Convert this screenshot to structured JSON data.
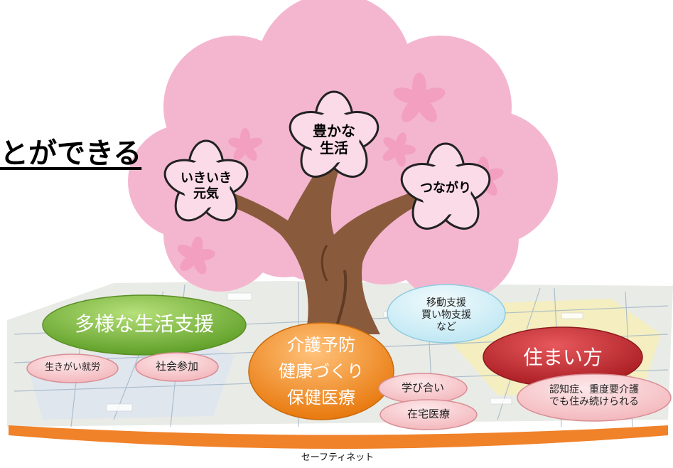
{
  "heading": "とができる",
  "blossoms": {
    "left": "いきいき\n元気",
    "center": "豊かな\n生活",
    "right": "つながり"
  },
  "pills": {
    "diverse_support": "多様な生活支援",
    "ikigai": "生きがい就労",
    "social": "社会参加",
    "mobility": "移動支援\n買い物支援\nなど",
    "center": "介護予防\n健康づくり\n保健医療",
    "learn": "学び合い",
    "home_care": "在宅医療",
    "housing": "住まい方",
    "dementia": "認知症、重度要介護\nでも住み続けられる"
  },
  "safety_net": "セーフティネット",
  "colors": {
    "canopy": "#f4b6cf",
    "petal": "#f8c9dc",
    "trunk": "#8a5a3c",
    "green": "#76b33b",
    "orange": "#f08a1e",
    "red": "#c0272d",
    "light_blue": "#cdeef7",
    "light_pink": "#f6c5c8",
    "net": "#f0822a"
  }
}
